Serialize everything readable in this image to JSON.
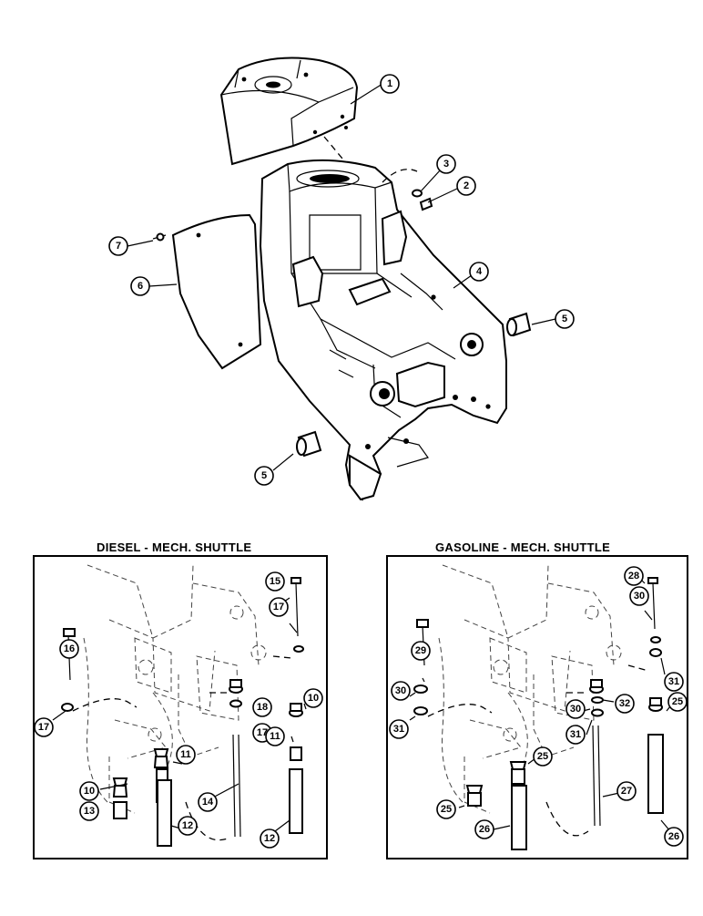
{
  "panels": {
    "diesel": {
      "title": "DIESEL - MECH. SHUTTLE"
    },
    "gasoline": {
      "title": "GASOLINE - MECH. SHUTTLE"
    }
  },
  "callouts": {
    "main": [
      "1",
      "2",
      "3",
      "4",
      "5",
      "5",
      "6",
      "7"
    ],
    "diesel": [
      "15",
      "16",
      "17",
      "17",
      "17",
      "18",
      "10",
      "10",
      "11",
      "11",
      "12",
      "12",
      "13",
      "14"
    ],
    "gasoline": [
      "28",
      "29",
      "30",
      "30",
      "30",
      "31",
      "31",
      "31",
      "32",
      "25",
      "25",
      "25",
      "26",
      "26",
      "27"
    ]
  },
  "colors": {
    "ink": "#000000",
    "paper": "#ffffff",
    "panel_fill": "#ffffff"
  }
}
